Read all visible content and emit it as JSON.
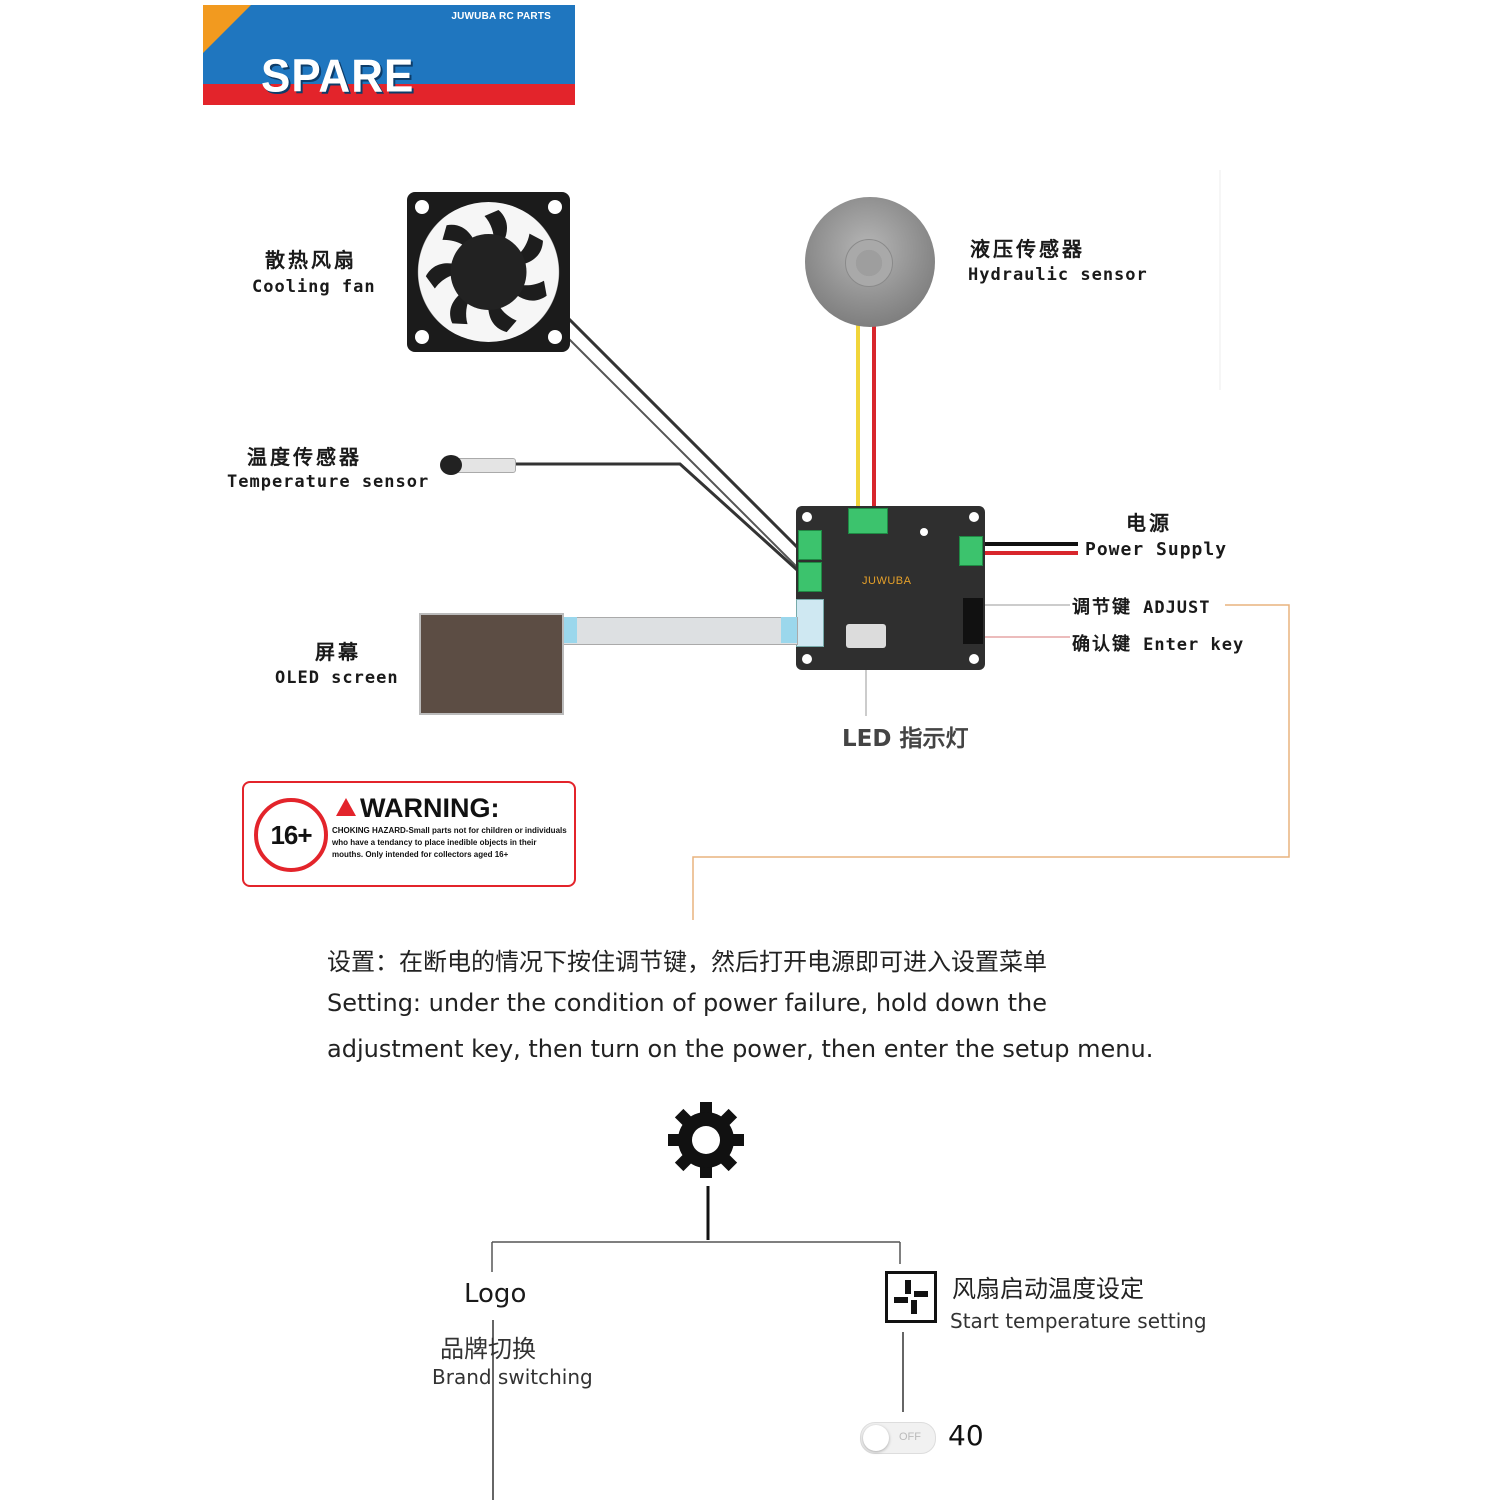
{
  "banner": {
    "brand": "JUWUBA RC PARTS",
    "title": "SPARE PARTS"
  },
  "components": {
    "fan": {
      "cn": "散热风扇",
      "en": "Cooling fan"
    },
    "hydraulic": {
      "cn": "液压传感器",
      "en": "Hydraulic sensor"
    },
    "temperature": {
      "cn": "温度传感器",
      "en": "Temperature sensor"
    },
    "power": {
      "cn": "电源",
      "en": "Power Supply"
    },
    "adjust": {
      "cn": "调节键",
      "en": "ADJUST"
    },
    "enter": {
      "cn": "确认键",
      "en": "Enter key"
    },
    "oled": {
      "cn": "屏幕",
      "en": "OLED screen"
    },
    "led": {
      "label": "LED 指示灯"
    },
    "board_logo": "JUWUBA"
  },
  "warning": {
    "age": "16+",
    "heading": "WARNING:",
    "body": "CHOKING HAZARD-Small parts not for children or individuals who have a tendancy to place inedible objects in their mouths. Only intended for collectors aged 16+"
  },
  "setting": {
    "cn": "设置：在断电的情况下按住调节键，然后打开电源即可进入设置菜单",
    "en_line1": "Setting: under the condition of power failure, hold down the",
    "en_line2": "adjustment key, then turn on the power, then enter the setup menu."
  },
  "menu": {
    "icon": "gear-icon",
    "logo": {
      "title": "Logo",
      "cn": "品牌切换",
      "en": "Brand switching"
    },
    "fan_temp": {
      "icon": "fan-temp-icon",
      "cn": "风扇启动温度设定",
      "en": "Start temperature setting"
    },
    "toggle_state": "OFF",
    "temp_value": "40"
  },
  "colors": {
    "banner_blue": "#1f76bf",
    "banner_red": "#e3242b",
    "warning_red": "#e3242b",
    "connector_green": "#3cc36d",
    "leader_orange": "#e9b47e"
  }
}
